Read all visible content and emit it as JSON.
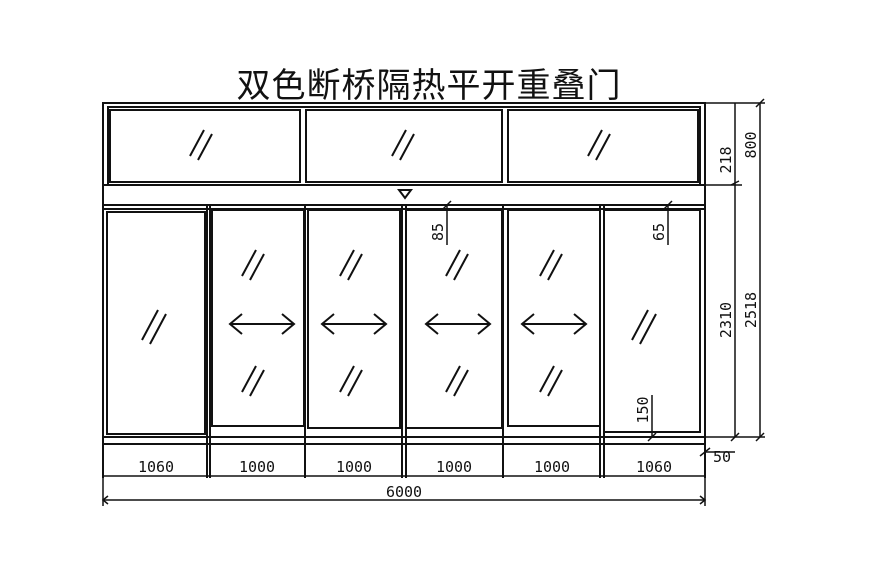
{
  "title": "双色断桥隔热平开重叠门",
  "dimensions": {
    "bottom": [
      "1060",
      "1000",
      "1000",
      "1000",
      "1000",
      "1060"
    ],
    "total_width": "6000",
    "right_small": "50",
    "right_transom_inner": "218",
    "right_transom_outer": "800",
    "right_door_inner": "2310",
    "right_door_outer": "2518",
    "inner_top_left": "85",
    "inner_top_right": "65",
    "inner_bottom": "150"
  },
  "colors": {
    "line": "#111111"
  }
}
